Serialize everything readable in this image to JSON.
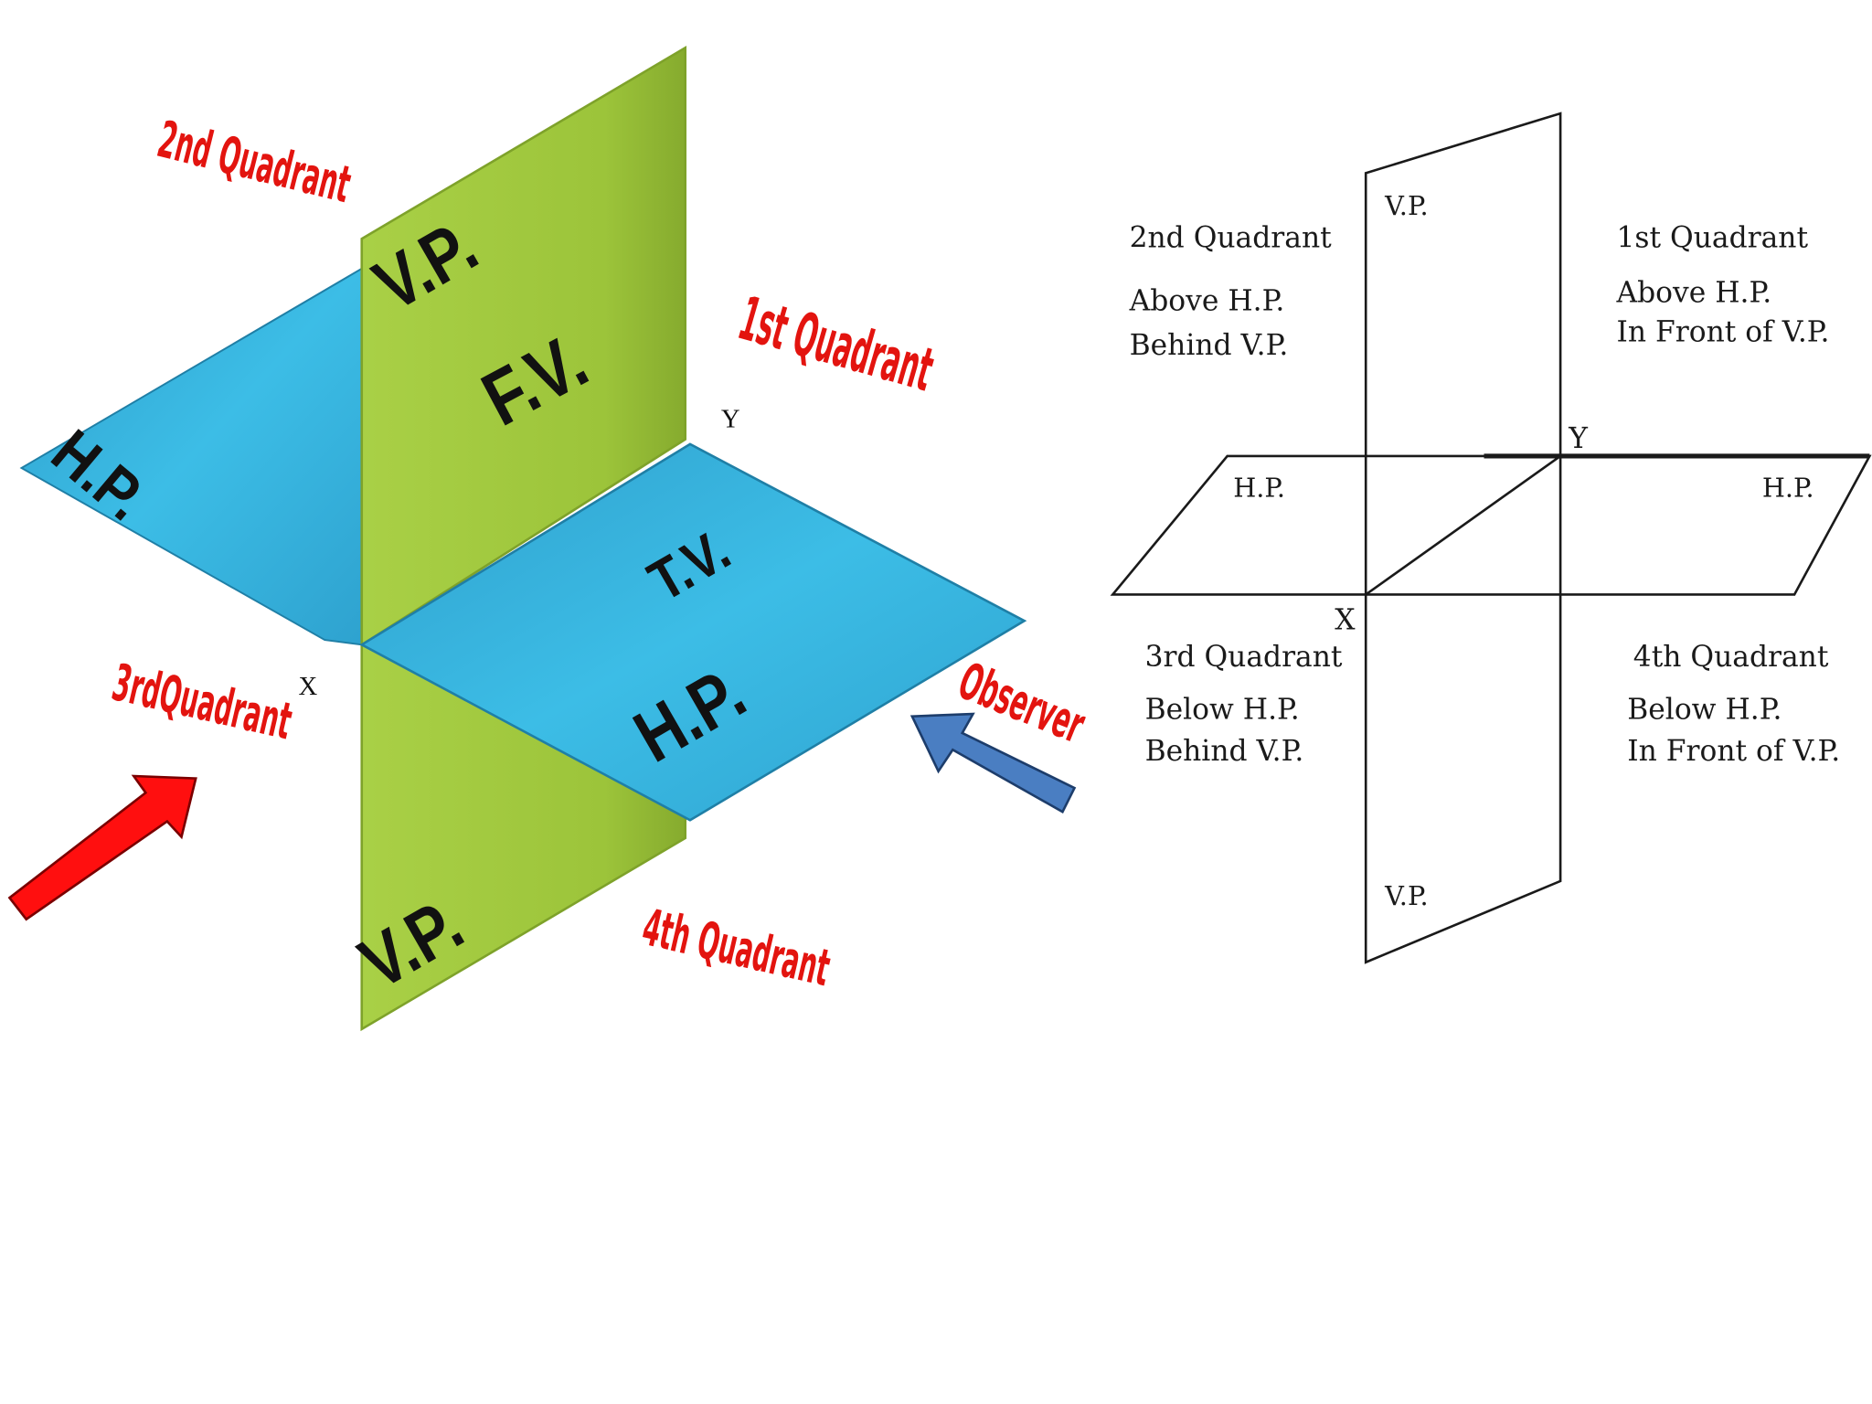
{
  "colors": {
    "vertical_plane": "#9cc43a",
    "horizontal_plane": "#36b3dc",
    "quadrant_text": "#e3140f",
    "arrow_red": "#ff0f0f",
    "arrow_blue": "#4a7ec2",
    "line": "#1a1a1a"
  },
  "pictorial": {
    "quadrant_2": "2nd Quadrant",
    "quadrant_1": "1st Quadrant",
    "quadrant_3": "3rdQuadrant",
    "quadrant_4": "4th Quadrant",
    "vp_upper": "V.P.",
    "fv": "F.V.",
    "hp_left": "H.P.",
    "tv": "T.V.",
    "hp_right": "H.P.",
    "vp_lower": "V.P.",
    "axis_x": "X",
    "axis_y": "Y",
    "observer": "Observer",
    "red_arrow_icon": "arrow-up-right-icon",
    "blue_arrow_icon": "arrow-up-left-icon"
  },
  "orthographic": {
    "vp_top": "V.P.",
    "vp_bottom": "V.P.",
    "hp_left": "H.P.",
    "hp_right": "H.P.",
    "axis_x": "X",
    "axis_y": "Y",
    "q2": {
      "title": "2nd Quadrant",
      "line1": "Above H.P.",
      "line2": "Behind V.P."
    },
    "q1": {
      "title": "1st Quadrant",
      "line1": "Above H.P.",
      "line2": "In Front of V.P."
    },
    "q3": {
      "title": "3rd Quadrant",
      "line1": "Below H.P.",
      "line2": "Behind V.P."
    },
    "q4": {
      "title": "4th Quadrant",
      "line1": "Below H.P.",
      "line2": "In Front of V.P."
    }
  }
}
